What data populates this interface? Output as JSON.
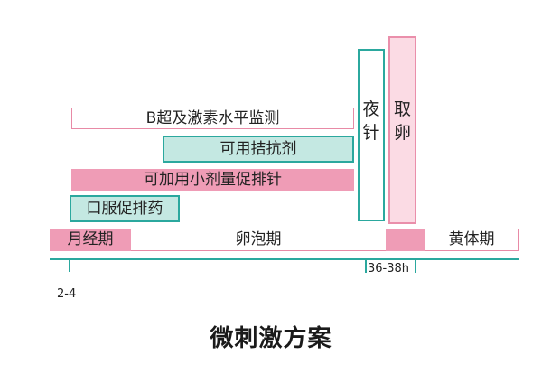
{
  "bars": {
    "monitoring": "B超及激素水平监测",
    "antagonist": "可用拮抗剂",
    "small_dose": "可加用小剂量促排针",
    "oral": "口服促排药"
  },
  "trigger": {
    "char1": "夜",
    "char2": "针"
  },
  "retrieval": {
    "char1": "取",
    "char2": "卵"
  },
  "phases": {
    "menstrual": "月经期",
    "follicular": "卵泡期",
    "luteal": "黄体期"
  },
  "axis": {
    "start_label": "2-4",
    "trigger_label": "36-38h"
  },
  "title": "微刺激方案",
  "colors": {
    "teal": "#2ba89e",
    "teal_light": "#c4e8e2",
    "pink": "#ef9cb6",
    "pink_light": "#fbdbe4",
    "pink_border": "#e88aa6"
  }
}
